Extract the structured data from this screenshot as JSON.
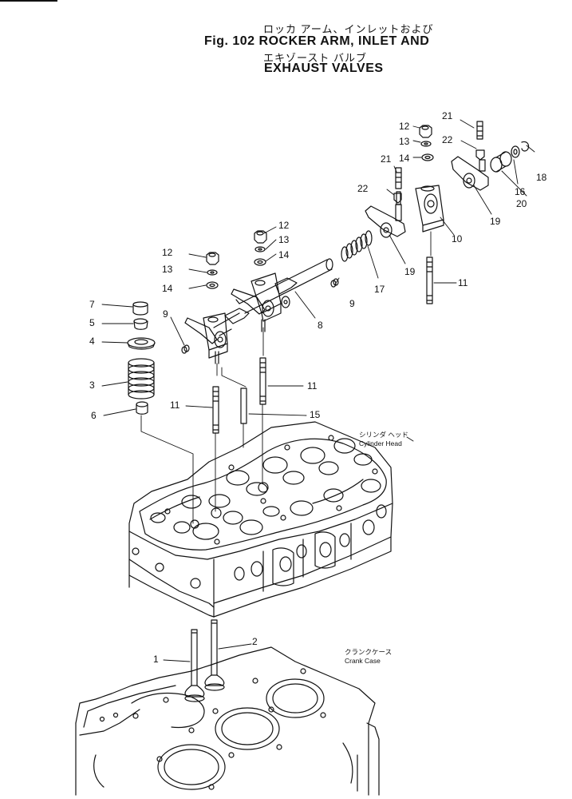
{
  "figure": {
    "title_jp_1": "ロッカ アーム、インレットおよび",
    "title_en_1": "Fig. 102 ROCKER ARM, INLET AND",
    "title_jp_2": "エキゾースト バルブ",
    "title_en_2": "EXHAUST VALVES"
  },
  "captions": {
    "cylinder_head_jp": "シリンダ ヘッド",
    "cylinder_head_en": "Cylinder Head",
    "crank_case_jp": "クランクケース",
    "crank_case_en": "Crank Case"
  },
  "callouts": [
    {
      "id": "c21a",
      "text": "21"
    },
    {
      "id": "c12a",
      "text": "12"
    },
    {
      "id": "c13a",
      "text": "13"
    },
    {
      "id": "c14a",
      "text": "14"
    },
    {
      "id": "c22a",
      "text": "22"
    },
    {
      "id": "c18",
      "text": "18"
    },
    {
      "id": "c21b",
      "text": "21"
    },
    {
      "id": "c22b",
      "text": "22"
    },
    {
      "id": "c16",
      "text": "16"
    },
    {
      "id": "c20",
      "text": "20"
    },
    {
      "id": "c19a",
      "text": "19"
    },
    {
      "id": "c10",
      "text": "10"
    },
    {
      "id": "c19b",
      "text": "19"
    },
    {
      "id": "c17",
      "text": "17"
    },
    {
      "id": "c11a",
      "text": "11"
    },
    {
      "id": "c12b",
      "text": "12"
    },
    {
      "id": "c13b",
      "text": "13"
    },
    {
      "id": "c14b",
      "text": "14"
    },
    {
      "id": "c12c",
      "text": "12"
    },
    {
      "id": "c13c",
      "text": "13"
    },
    {
      "id": "c14c",
      "text": "14"
    },
    {
      "id": "c7",
      "text": "7"
    },
    {
      "id": "c5",
      "text": "5"
    },
    {
      "id": "c9a",
      "text": "9"
    },
    {
      "id": "c9b",
      "text": "9"
    },
    {
      "id": "c8",
      "text": "8"
    },
    {
      "id": "c4",
      "text": "4"
    },
    {
      "id": "c3",
      "text": "3"
    },
    {
      "id": "c11b",
      "text": "11"
    },
    {
      "id": "c11c",
      "text": "11"
    },
    {
      "id": "c6",
      "text": "6"
    },
    {
      "id": "c15",
      "text": "15"
    },
    {
      "id": "c1",
      "text": "1"
    },
    {
      "id": "c2",
      "text": "2"
    }
  ]
}
